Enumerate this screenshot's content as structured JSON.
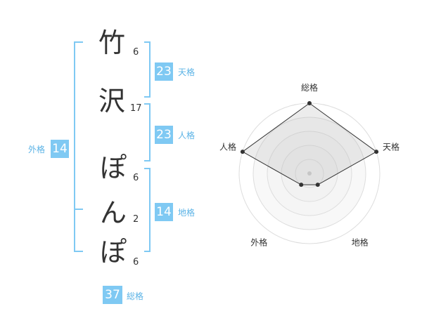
{
  "name": {
    "chars": [
      {
        "char": "竹",
        "strokes": "6"
      },
      {
        "char": "沢",
        "strokes": "17"
      },
      {
        "char": "ぽ",
        "strokes": "6"
      },
      {
        "char": "ん",
        "strokes": "2"
      },
      {
        "char": "ぽ",
        "strokes": "6"
      }
    ]
  },
  "kakusu": {
    "tenkaku": {
      "value": "23",
      "label": "天格"
    },
    "jinkaku": {
      "value": "23",
      "label": "人格"
    },
    "chikaku": {
      "value": "14",
      "label": "地格"
    },
    "gaikaku": {
      "value": "14",
      "label": "外格"
    },
    "soukaku": {
      "value": "37",
      "label": "総格"
    }
  },
  "colors": {
    "accent": "#7fc9f3",
    "accent_text": "#5bb3e6",
    "bracket": "#7fc9f3"
  },
  "chart_data": {
    "type": "radar",
    "axes": [
      "総格",
      "天格",
      "地格",
      "外格",
      "人格"
    ],
    "values": [
      5,
      5,
      1,
      1,
      5
    ],
    "rmax": 5,
    "grid": true
  }
}
